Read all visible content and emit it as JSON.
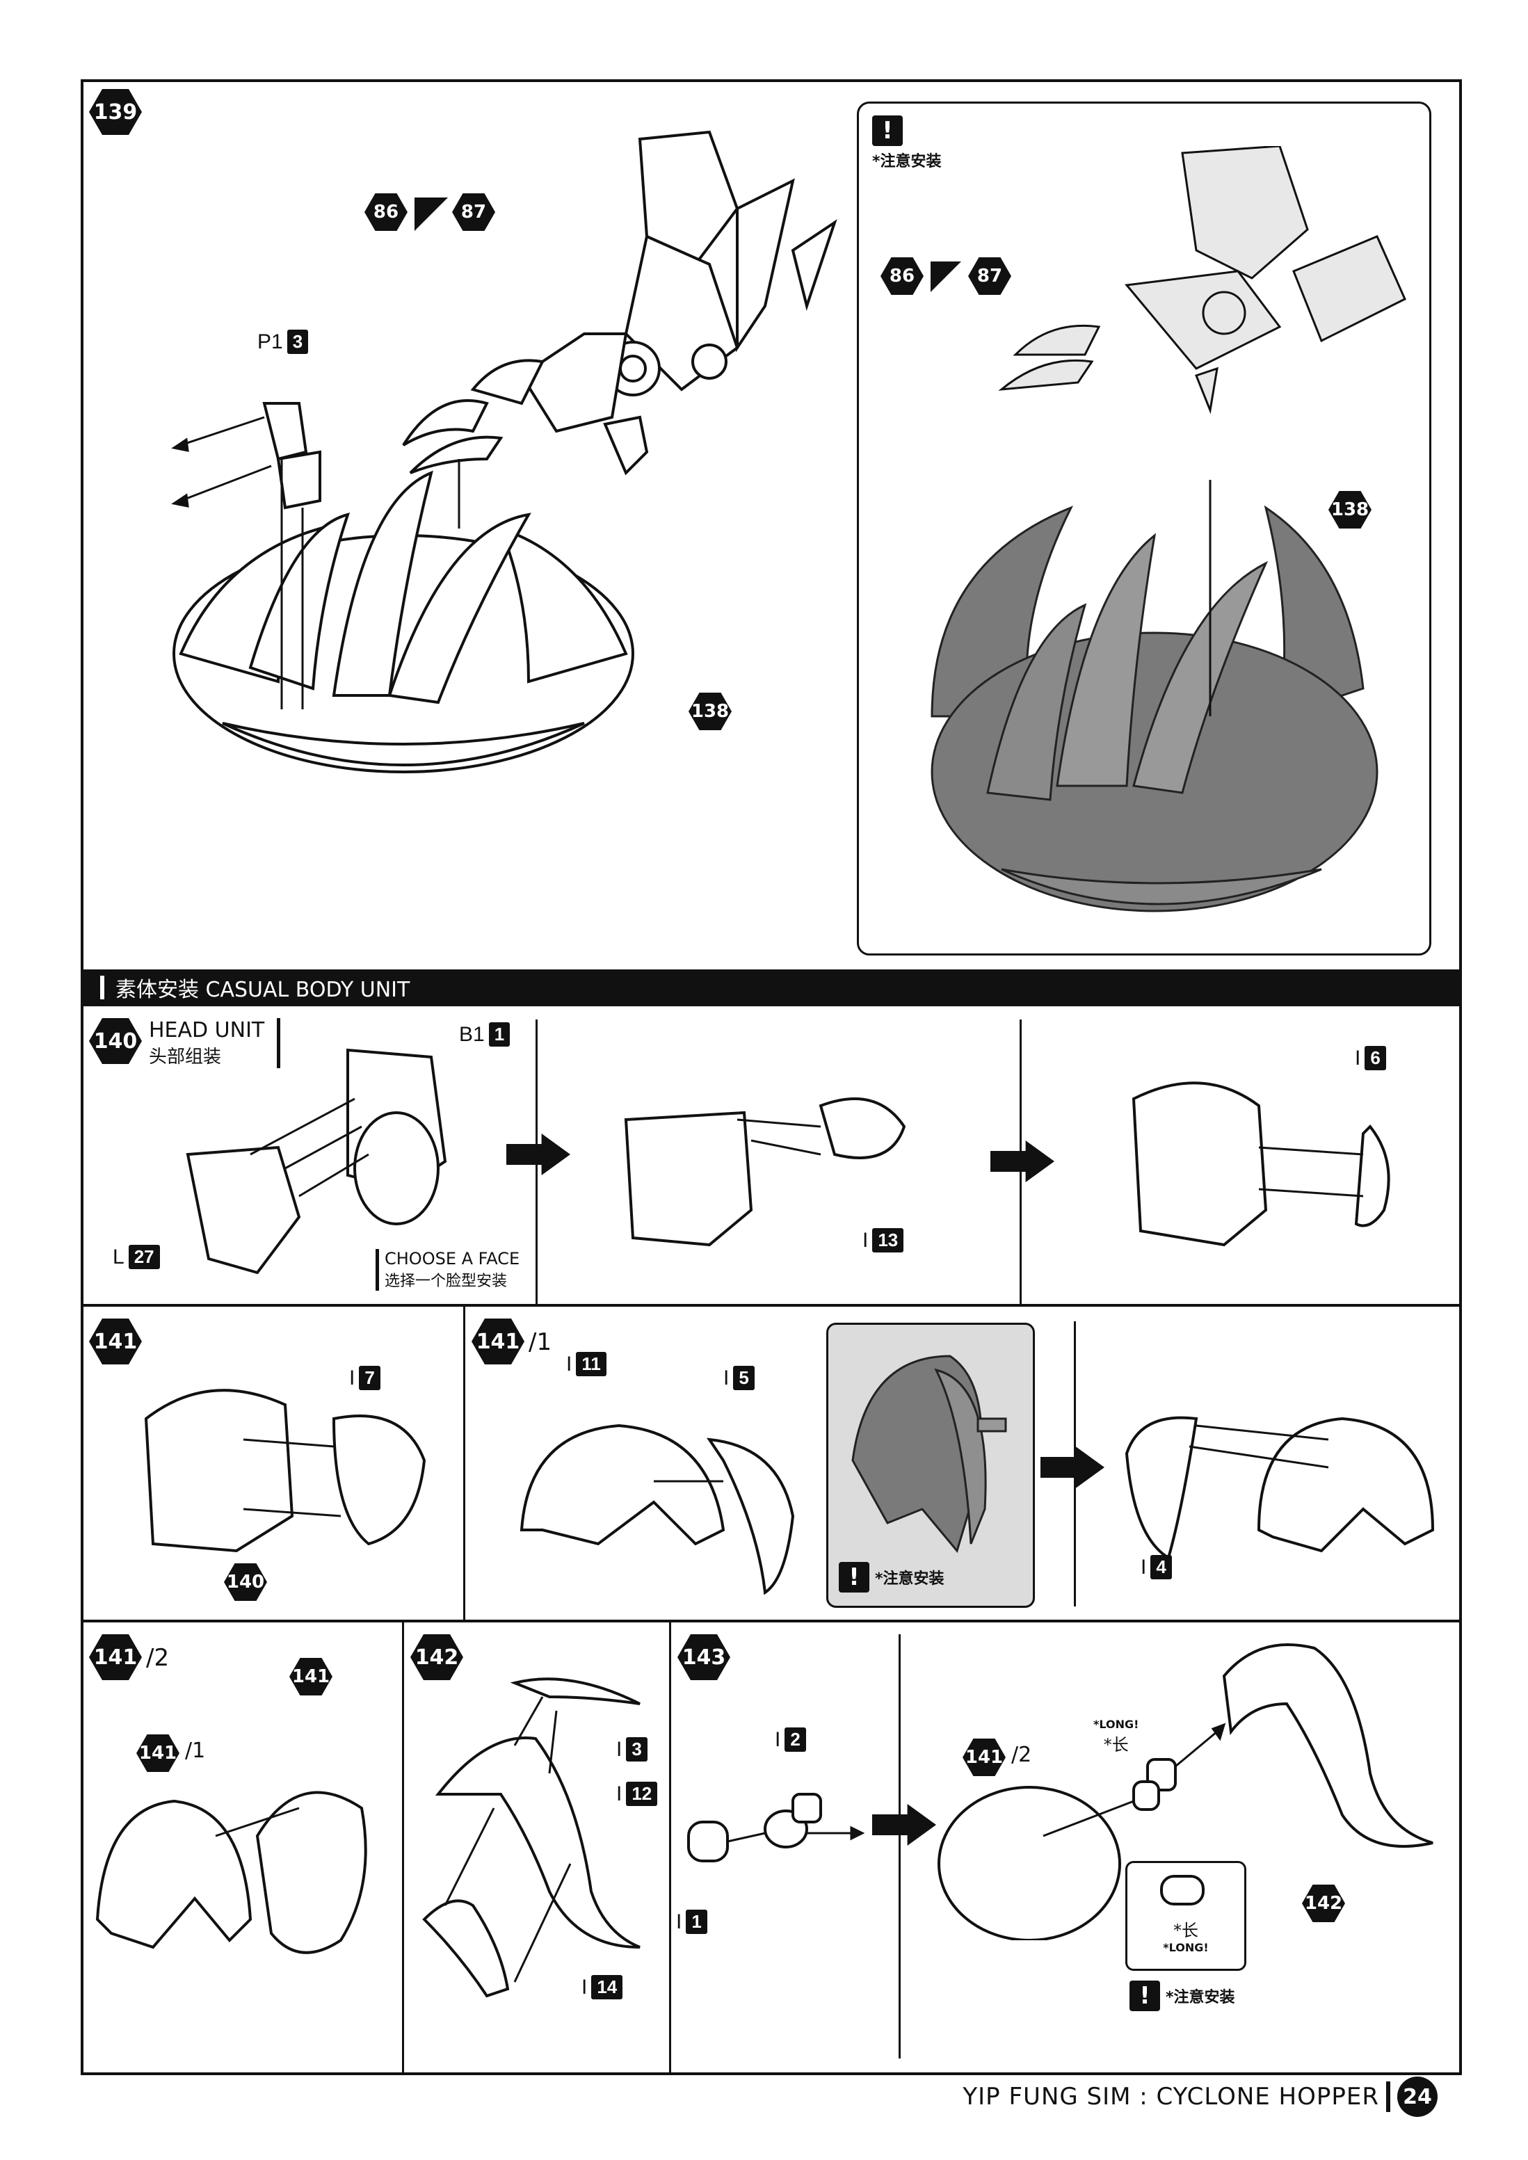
{
  "steps": {
    "s139": "139",
    "s140": "140",
    "s141": "141",
    "s141_1": "141",
    "s141_1_suffix": "/1",
    "s141_2": "141",
    "s141_2_suffix": "/2",
    "s142": "142",
    "s143": "143"
  },
  "step139": {
    "part_86": "86",
    "part_87": "87",
    "p1": "P1",
    "p1_num": "3",
    "ref_138": "138",
    "inset_warning": "*注意安装",
    "inset_86": "86",
    "inset_87": "87",
    "inset_138": "138"
  },
  "section": {
    "title": "素体安装 CASUAL BODY UNIT"
  },
  "step140": {
    "head_unit_en": "HEAD UNIT",
    "head_unit_cn": "头部组装",
    "b1": "B1",
    "b1_num": "1",
    "l": "L",
    "l_num": "27",
    "choose_en": "CHOOSE A FACE",
    "choose_cn": "选择一个脸型安装",
    "i13_label": "I",
    "i13_num": "13",
    "i6_label": "I",
    "i6_num": "6"
  },
  "step141": {
    "i7_label": "I",
    "i7_num": "7",
    "ref_140": "140"
  },
  "step141_1": {
    "i11_label": "I",
    "i11_num": "11",
    "i5_label": "I",
    "i5_num": "5",
    "warning": "*注意安装",
    "i4_label": "I",
    "i4_num": "4"
  },
  "step141_2": {
    "ref_141": "141",
    "ref_141_1": "141",
    "ref_141_1_suffix": "/1"
  },
  "step142": {
    "i3_label": "I",
    "i3_num": "3",
    "i12_label": "I",
    "i12_num": "12",
    "i14_label": "I",
    "i14_num": "14"
  },
  "step143": {
    "i2_label": "I",
    "i2_num": "2",
    "i1_label": "I",
    "i1_num": "1",
    "ref_141_2": "141",
    "ref_141_2_suffix": "/2",
    "long_en": "*LONG!",
    "long_cn": "*长",
    "inset_long_cn": "*长",
    "inset_long_en": "*LONG!",
    "warning": "*注意安装",
    "ref_142": "142"
  },
  "footer": {
    "title": "YIP FUNG SIM : CYCLONE HOPPER",
    "page": "24"
  },
  "colors": {
    "ink": "#111111",
    "paper": "#ffffff",
    "inset_gray": "#dcdcdc",
    "render_gray": "#7a7a7a"
  }
}
